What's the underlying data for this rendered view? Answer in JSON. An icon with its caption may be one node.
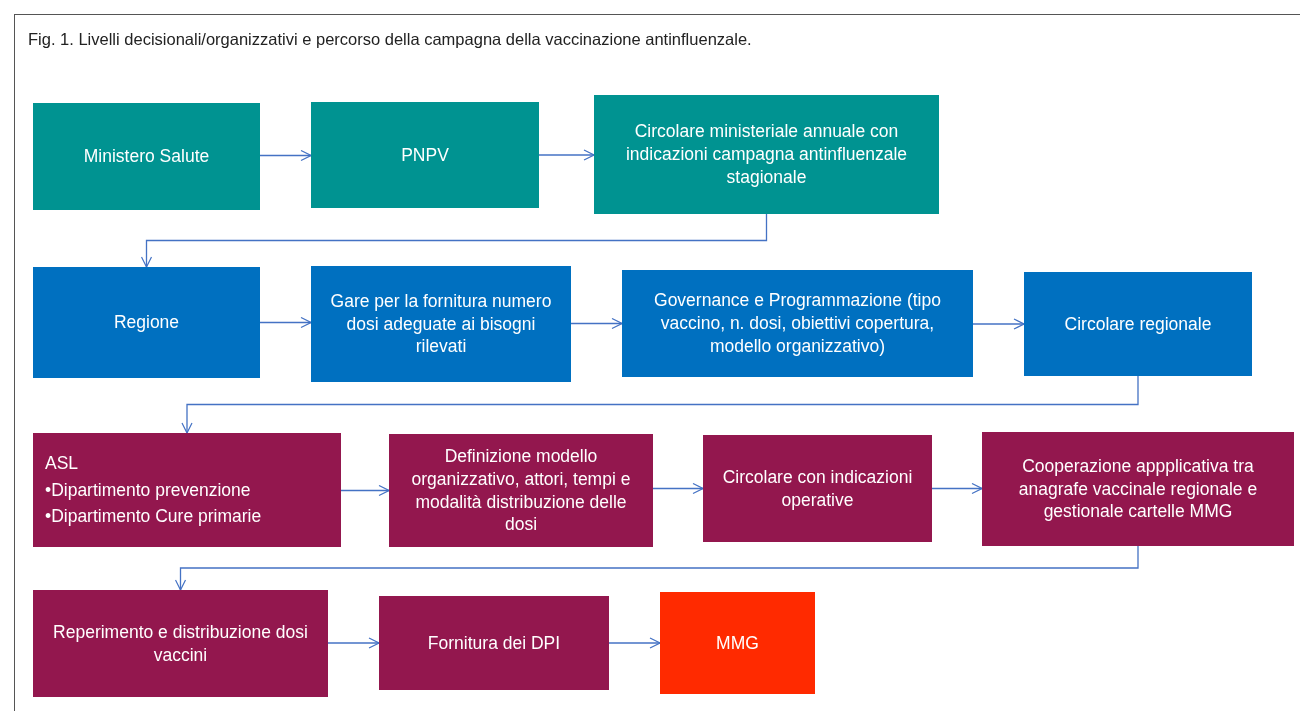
{
  "diagram": {
    "title": "Fig. 1. Livelli decisionali/organizzativi e percorso della campagna della vaccinazione antinfluenzale.",
    "nodes": [
      {
        "text": [
          "Ministero Salute"
        ]
      },
      {
        "text": [
          "PNPV"
        ]
      },
      {
        "text": [
          "Circolare ministeriale  annuale con indicazioni campagna antinfluenzale stagionale"
        ]
      },
      {
        "text": [
          "Regione"
        ]
      },
      {
        "text": [
          "Gare per la fornitura numero dosi adeguate ai bisogni rilevati"
        ]
      },
      {
        "text": [
          "Governance e Programmazione (tipo vaccino, n. dosi, obiettivi copertura, modello organizzativo)"
        ]
      },
      {
        "text": [
          "Circolare regionale"
        ]
      },
      {
        "text": [
          "ASL",
          "•Dipartimento prevenzione",
          "•Dipartimento Cure primarie"
        ]
      },
      {
        "text": [
          "Definizione modello organizzativo, attori, tempi e modalità distribuzione delle dosi"
        ]
      },
      {
        "text": [
          "Circolare con indicazioni operative"
        ]
      },
      {
        "text": [
          "Cooperazione appplicativa tra anagrafe vaccinale regionale e gestionale cartelle MMG"
        ]
      },
      {
        "text": [
          "Reperimento e distribuzione dosi vaccini"
        ]
      },
      {
        "text": [
          "Fornitura dei DPI"
        ]
      },
      {
        "text": [
          "MMG"
        ]
      }
    ],
    "edges": [
      {
        "from": 0,
        "to": 1,
        "arrow": "to"
      },
      {
        "from": 1,
        "to": 2,
        "arrow": "to"
      },
      {
        "from": 2,
        "to": 3,
        "arrow": "to"
      },
      {
        "from": 3,
        "to": 4,
        "arrow": "to"
      },
      {
        "from": 4,
        "to": 5,
        "arrow": "to"
      },
      {
        "from": 5,
        "to": 6,
        "arrow": "to"
      },
      {
        "from": 6,
        "to": 7,
        "arrow": "to"
      },
      {
        "from": 7,
        "to": 8,
        "arrow": "to"
      },
      {
        "from": 8,
        "to": 9,
        "arrow": "to"
      },
      {
        "from": 9,
        "to": 10,
        "arrow": "to"
      },
      {
        "from": 10,
        "to": 11,
        "arrow": "to"
      },
      {
        "from": 11,
        "to": 12,
        "arrow": "to"
      },
      {
        "from": 12,
        "to": 13,
        "arrow": "to"
      }
    ]
  }
}
